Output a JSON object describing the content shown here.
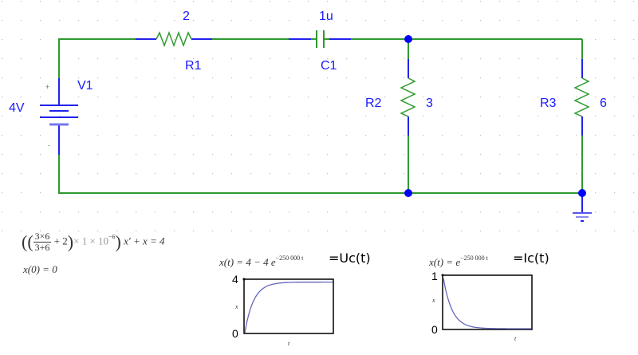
{
  "schematic": {
    "source": {
      "name": "V1",
      "value": "4V",
      "plus": "+",
      "minus": "-"
    },
    "components": [
      {
        "name": "R1",
        "value": "2",
        "type": "resistor"
      },
      {
        "name": "C1",
        "value": "1u",
        "type": "capacitor"
      },
      {
        "name": "R2",
        "value": "3",
        "type": "resistor"
      },
      {
        "name": "R3",
        "value": "6",
        "type": "resistor"
      }
    ],
    "colors": {
      "wire": "#2e9a2e",
      "pin": "#2222ee",
      "node": "#0000ff",
      "label": "#1a1aff",
      "grid": "#bdbdbd"
    }
  },
  "equations": {
    "ode": {
      "num": "3×6",
      "den": "3+6",
      "plus2": "+ 2",
      "times": "× 1 × 10",
      "exp": "−6",
      "rhs": "x′ + x = 4"
    },
    "initial": "x(0) = 0",
    "uc": {
      "lhs": "x(t) = 4 − 4 e",
      "exp": "−250 000 t",
      "label": "=Uc(t)"
    },
    "ic": {
      "lhs": "x(t) = e",
      "exp": "−250 000 t",
      "label": "=Ic(t)"
    }
  },
  "chart_data": [
    {
      "type": "line",
      "title": "x(t) = 4 − 4e^(−250000 t)",
      "annotation": "=Uc(t)",
      "xlabel": "t",
      "ylabel": "x",
      "yticks": [
        "0",
        "4"
      ],
      "ylim": [
        0,
        4
      ],
      "function": "4 - 4*exp(-250000*t)",
      "xlim": [
        0,
        4e-05
      ],
      "series": [
        {
          "name": "Uc",
          "color": "#6666bb"
        }
      ]
    },
    {
      "type": "line",
      "title": "x(t) = e^(−250000 t)",
      "annotation": "=Ic(t)",
      "xlabel": "t",
      "ylabel": "x",
      "yticks": [
        "0",
        "1"
      ],
      "ylim": [
        0,
        1
      ],
      "function": "exp(-250000*t)",
      "xlim": [
        0,
        4e-05
      ],
      "series": [
        {
          "name": "Ic",
          "color": "#6666bb"
        }
      ]
    }
  ]
}
